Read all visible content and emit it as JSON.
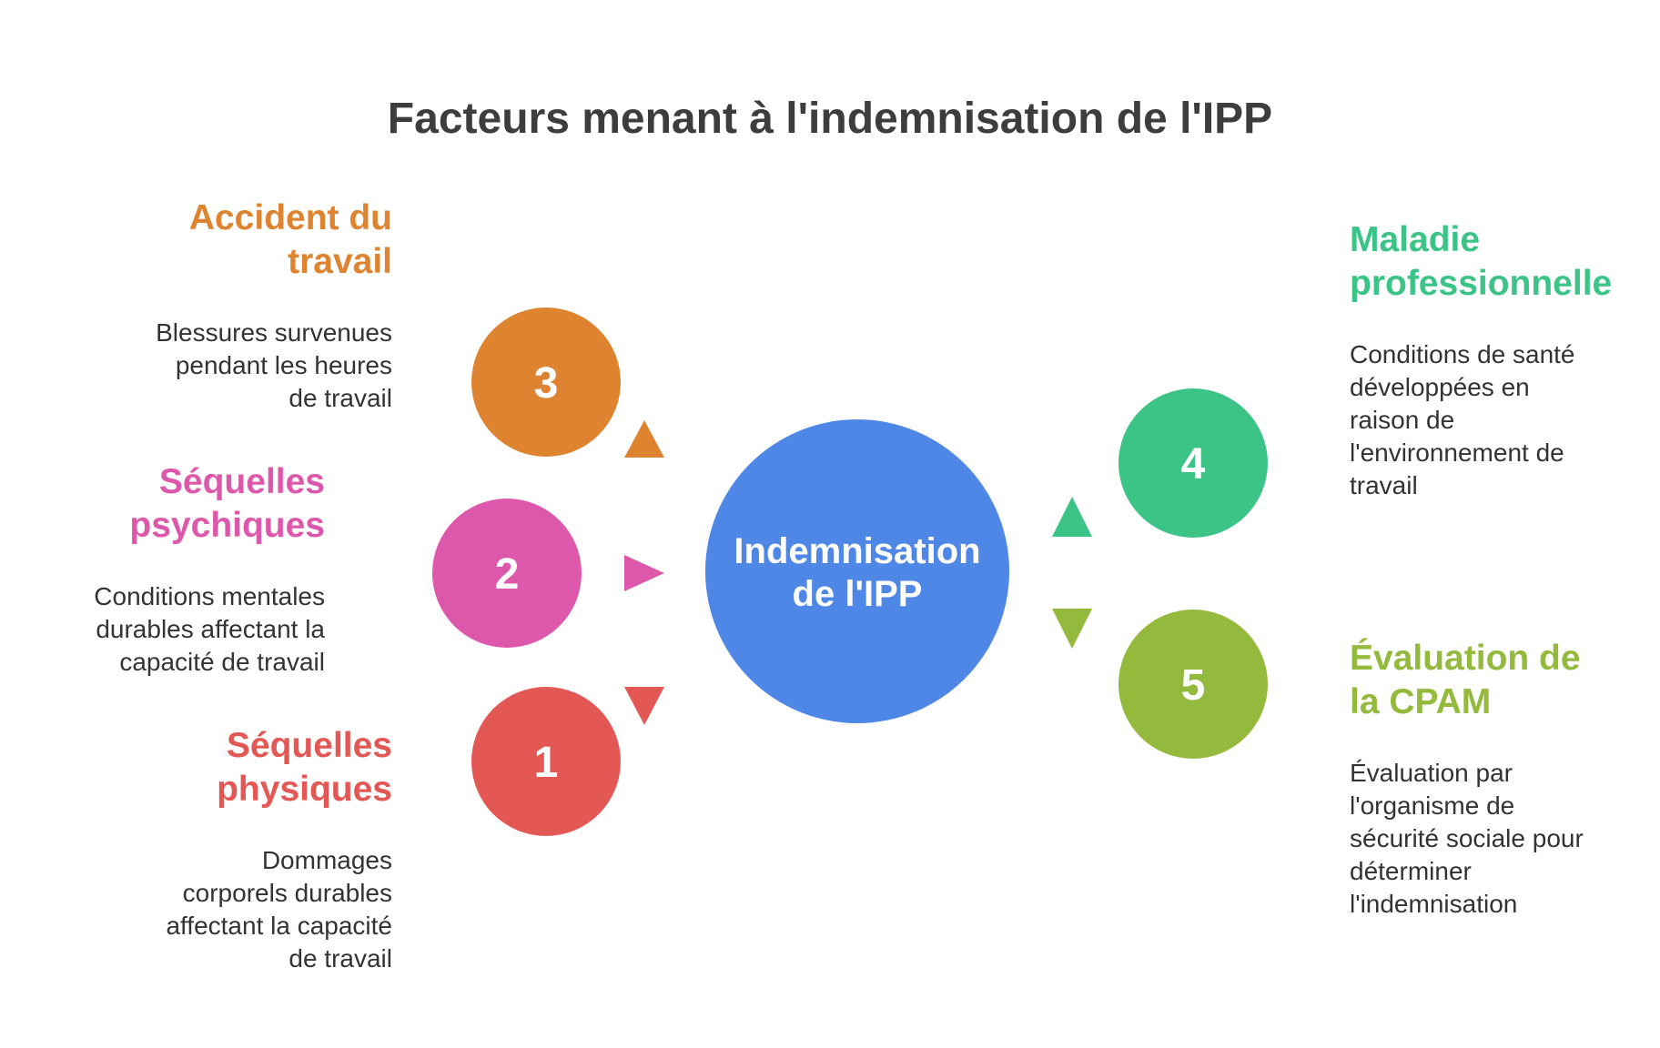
{
  "title": "Facteurs menant à l'indemnisation de l'IPP",
  "center": {
    "line1": "Indemnisation",
    "line2": "de l'IPP",
    "color": "#4f87e6"
  },
  "factors": [
    {
      "number": "3",
      "color": "#de8431",
      "heading_line1": "Accident du",
      "heading_line2": "travail",
      "desc_lines": [
        "Blessures survenues",
        "pendant les heures",
        "de travail"
      ]
    },
    {
      "number": "2",
      "color": "#dd58ab",
      "heading_line1": "Séquelles",
      "heading_line2": "psychiques",
      "desc_lines": [
        "Conditions mentales",
        "durables affectant la",
        "capacité de travail"
      ]
    },
    {
      "number": "1",
      "color": "#e35855",
      "heading_line1": "Séquelles",
      "heading_line2": "physiques",
      "desc_lines": [
        "Dommages",
        "corporels durables",
        "affectant la capacité",
        "de travail"
      ]
    },
    {
      "number": "4",
      "color": "#3cc487",
      "heading_line1": "Maladie",
      "heading_line2": "professionnelle",
      "desc_lines": [
        "Conditions de santé",
        "développées en",
        "raison de",
        "l'environnement de",
        "travail"
      ]
    },
    {
      "number": "5",
      "color": "#93ba3c",
      "heading_line1": "Évaluation de",
      "heading_line2": "la CPAM",
      "desc_lines": [
        "Évaluation par",
        "l'organisme de",
        "sécurité sociale pour",
        "déterminer",
        "l'indemnisation"
      ]
    }
  ]
}
